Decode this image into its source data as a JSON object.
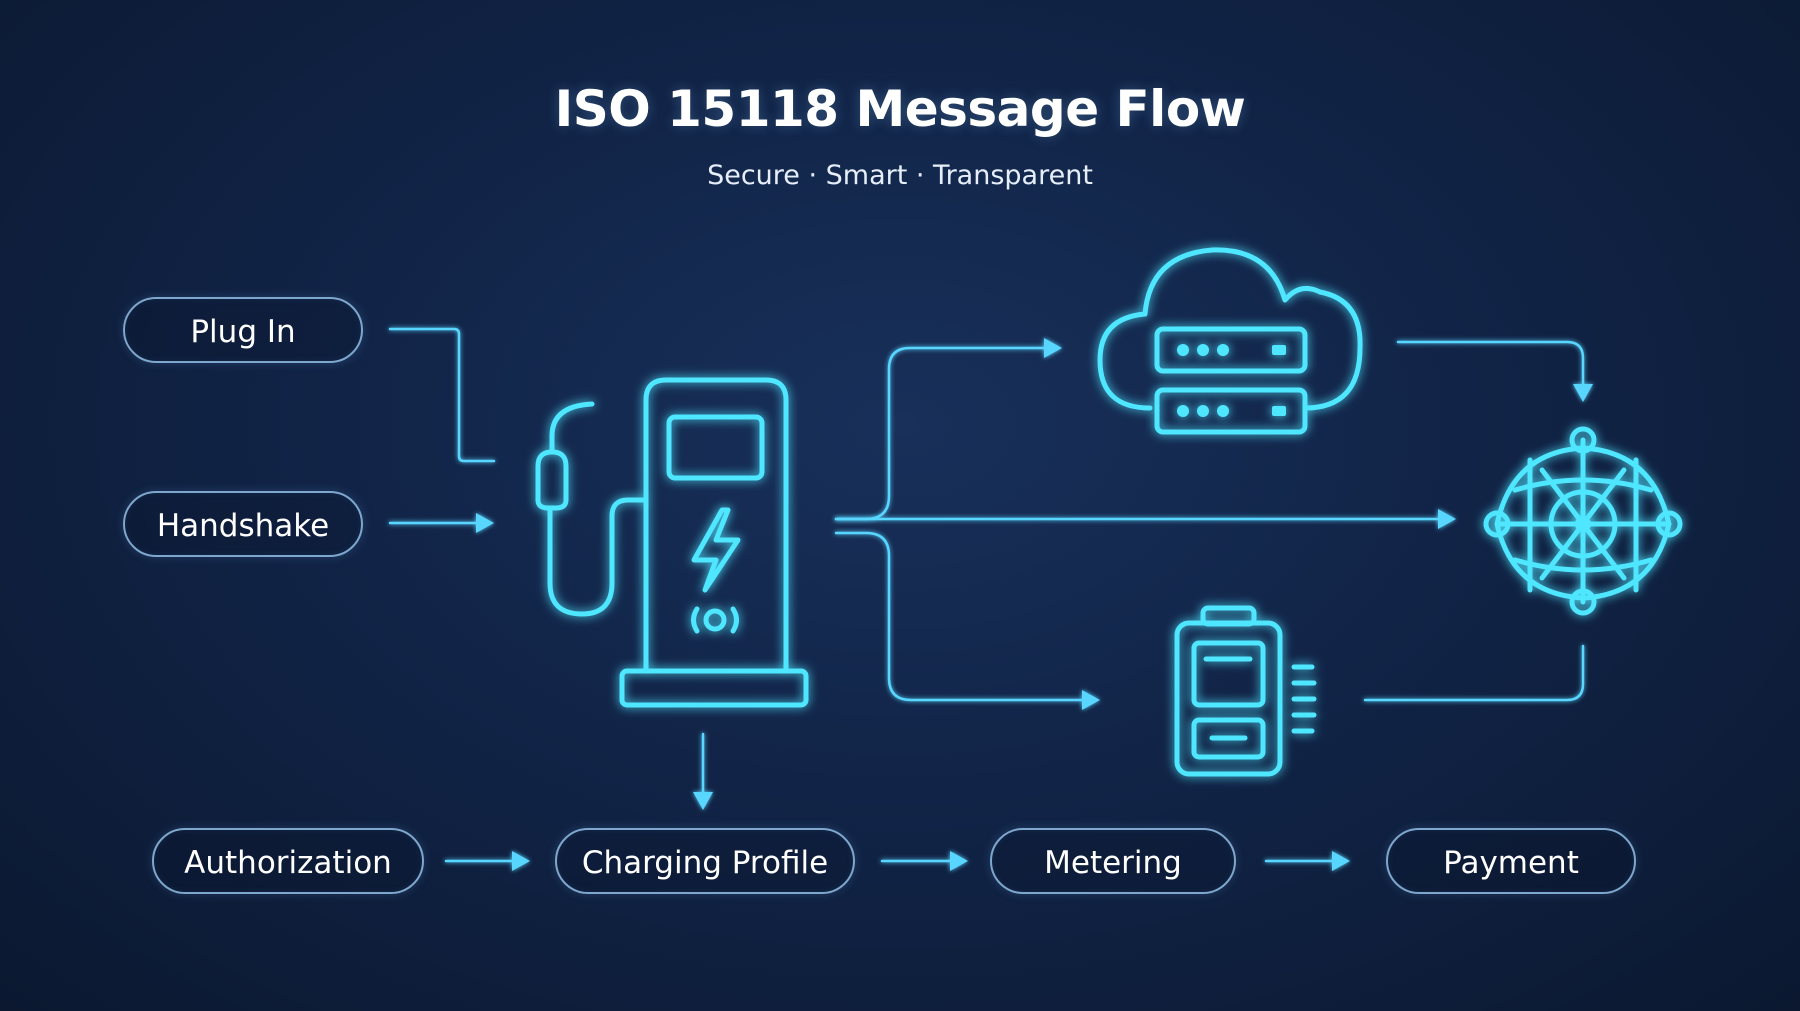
{
  "title": "ISO 15118 Message Flow",
  "subtitle": "Secure · Smart · Transparent",
  "colors": {
    "background": "#112447",
    "accent": "#59d6ff",
    "pill_border": "#7fa6cc",
    "text": "#ffffff"
  },
  "steps": {
    "plug_in": "Plug In",
    "handshake": "Handshake",
    "authorization": "Authorization",
    "charging_profile": "Charging Profile",
    "metering": "Metering",
    "payment": "Payment"
  },
  "icons": {
    "charger": "ev-charging-station-icon",
    "cloud": "cloud-server-icon",
    "grid": "network-grid-icon",
    "meter": "battery-meter-icon"
  }
}
